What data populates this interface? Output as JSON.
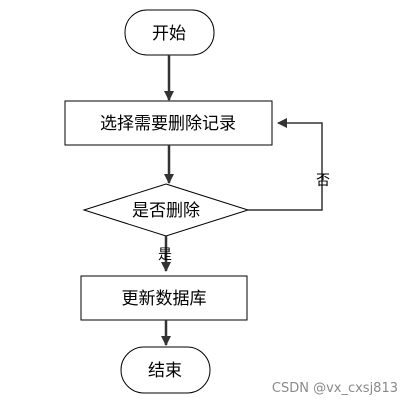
{
  "nodes": {
    "start": {
      "label": "开始"
    },
    "select": {
      "label": "选择需要删除记录"
    },
    "decision": {
      "label": "是否删除"
    },
    "update": {
      "label": "更新数据库"
    },
    "end": {
      "label": "结束"
    }
  },
  "edges": {
    "yes_label": "是",
    "no_label": "否"
  },
  "watermark": "CSDN @vx_cxsj813",
  "colors": {
    "stroke": "#000000",
    "arrow": "#333333",
    "watermark": "#8a8a8a"
  }
}
